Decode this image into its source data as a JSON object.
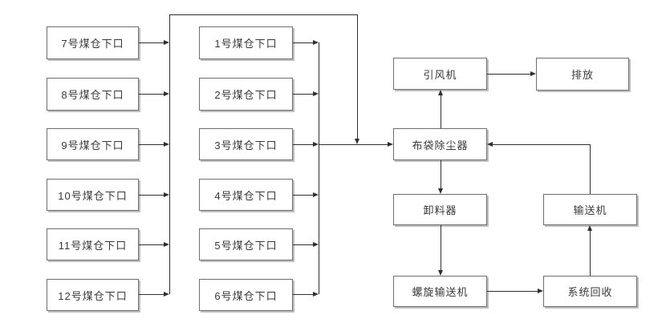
{
  "diagram": {
    "type": "flowchart",
    "colors": {
      "background": "#ffffff",
      "line": "#2f2f2f",
      "box_border": "#6e6e6e",
      "text": "#383838"
    },
    "nodes": {
      "bunker7": "7号煤仓下口",
      "bunker8": "8号煤仓下口",
      "bunker9": "9号煤仓下口",
      "bunker10": "10号煤仓下口",
      "bunker11": "11号煤仓下口",
      "bunker12": "12号煤仓下口",
      "bunker1": "1号煤仓下口",
      "bunker2": "2号煤仓下口",
      "bunker3": "3号煤仓下口",
      "bunker4": "4号煤仓下口",
      "bunker5": "5号煤仓下口",
      "bunker6": "6号煤仓下口",
      "fan": "引风机",
      "exhaust": "排放",
      "bag_filter": "布袋除尘器",
      "discharger": "卸料器",
      "conveyor": "输送机",
      "screw_conveyor": "螺旋输送机",
      "system_recovery": "系统回收"
    },
    "edges": [
      {
        "from": "bunker7",
        "to": "bag_filter"
      },
      {
        "from": "bunker8",
        "to": "bag_filter"
      },
      {
        "from": "bunker9",
        "to": "bag_filter"
      },
      {
        "from": "bunker10",
        "to": "bag_filter"
      },
      {
        "from": "bunker11",
        "to": "bag_filter"
      },
      {
        "from": "bunker12",
        "to": "bag_filter"
      },
      {
        "from": "bunker1",
        "to": "bag_filter"
      },
      {
        "from": "bunker2",
        "to": "bag_filter"
      },
      {
        "from": "bunker3",
        "to": "bag_filter"
      },
      {
        "from": "bunker4",
        "to": "bag_filter"
      },
      {
        "from": "bunker5",
        "to": "bag_filter"
      },
      {
        "from": "bunker6",
        "to": "bag_filter"
      },
      {
        "from": "bag_filter",
        "to": "fan"
      },
      {
        "from": "fan",
        "to": "exhaust"
      },
      {
        "from": "bag_filter",
        "to": "discharger"
      },
      {
        "from": "discharger",
        "to": "screw_conveyor"
      },
      {
        "from": "screw_conveyor",
        "to": "system_recovery"
      },
      {
        "from": "system_recovery",
        "to": "conveyor"
      },
      {
        "from": "conveyor",
        "to": "bag_filter"
      }
    ]
  }
}
